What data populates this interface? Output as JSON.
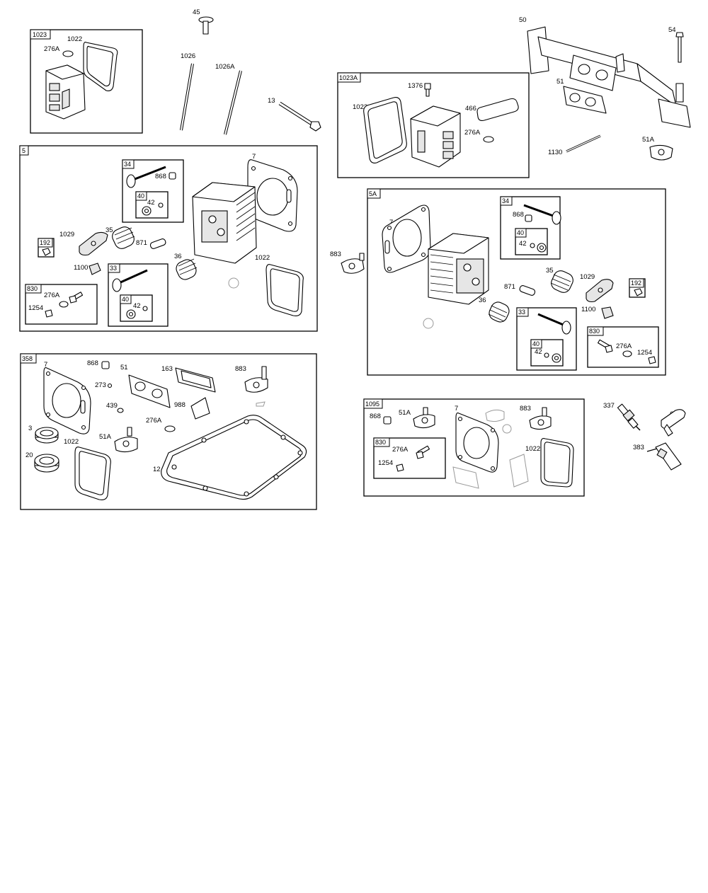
{
  "boxes": {
    "b1023": "1023",
    "b1023a": "1023A",
    "b5": "5",
    "b5a": "5A",
    "b358": "358",
    "b1095": "1095",
    "b5_34": "34",
    "b5_40a": "40",
    "b5_33": "33",
    "b5_40b": "40",
    "b5_192": "192",
    "b5_830": "830",
    "b5a_34": "34",
    "b5a_40a": "40",
    "b5a_33": "33",
    "b5a_40b": "40",
    "b5a_192": "192",
    "b5a_830": "830",
    "b1095_830": "830"
  },
  "labels": {
    "l45": "45",
    "l1026": "1026",
    "l1026a": "1026A",
    "l13": "13",
    "l50": "50",
    "l54": "54",
    "l51_top": "51",
    "l1130": "1130",
    "l51a_top": "51A",
    "l1023_1022": "1022",
    "l1023_276a": "276A",
    "l1023a_1376": "1376",
    "l1023a_1022": "1022",
    "l1023a_466": "466",
    "l1023a_276a": "276A",
    "l5_7": "7",
    "l5_868": "868",
    "l5_42a": "42",
    "l5_1029": "1029",
    "l5_35": "35",
    "l5_871": "871",
    "l5_1100": "1100",
    "l5_36": "36",
    "l5_1022": "1022",
    "l5_42b": "42",
    "l5_276a": "276A",
    "l5_1254": "1254",
    "l883_mid": "883",
    "l5a_7": "7",
    "l5a_868": "868",
    "l5a_42a": "42",
    "l5a_35": "35",
    "l5a_1029": "1029",
    "l5a_871": "871",
    "l5a_36": "36",
    "l5a_1100": "1100",
    "l5a_42b": "42",
    "l5a_276a": "276A",
    "l5a_1254": "1254",
    "l358_7": "7",
    "l358_868": "868",
    "l358_273": "273",
    "l358_51": "51",
    "l358_163": "163",
    "l358_883": "883",
    "l358_439": "439",
    "l358_988": "988",
    "l358_276a": "276A",
    "l358_3": "3",
    "l358_20": "20",
    "l358_1022": "1022",
    "l358_51a": "51A",
    "l358_12": "12",
    "l1095_868": "868",
    "l1095_51a": "51A",
    "l1095_7": "7",
    "l1095_883": "883",
    "l1095_276a": "276A",
    "l1095_1254": "1254",
    "l1095_1022": "1022",
    "l337": "337",
    "l635": "635",
    "l383": "383"
  }
}
